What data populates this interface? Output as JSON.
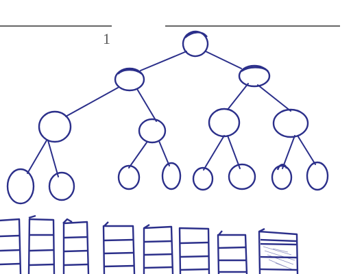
{
  "page": {
    "page_number": "1"
  },
  "colors": {
    "ink": "#2b2f8a",
    "rule": "#333333",
    "page_number": "#555555",
    "background": "#ffffff"
  },
  "tree": {
    "levels": 4,
    "leaf_count": 8,
    "node_shape": "hand-drawn oval",
    "edges": "line"
  },
  "buckets": {
    "count": 8,
    "rows_per_bucket": 4,
    "last_bucket_shaded": true
  }
}
